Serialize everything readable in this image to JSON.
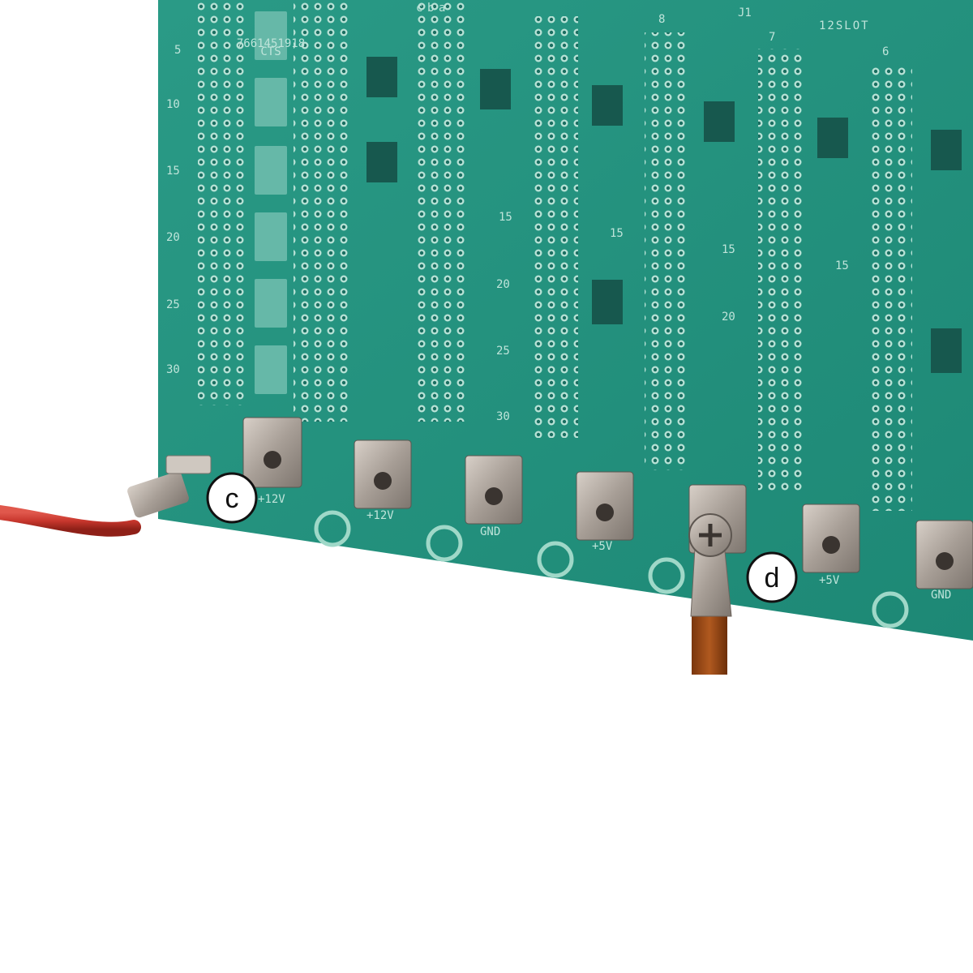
{
  "board": {
    "color": "#1f8f7d",
    "slot_labels": [
      "8",
      "7",
      "6"
    ],
    "header_labels": [
      "J1",
      "12SLOT"
    ],
    "row_labels_left": [
      "5",
      "10",
      "15",
      "20",
      "25",
      "30"
    ],
    "row_labels_slot": [
      "15",
      "20",
      "25",
      "30"
    ],
    "col_letters": [
      "c",
      "b",
      "a"
    ],
    "terminal_labels": [
      "+12V",
      "+12V",
      "GND",
      "+5V",
      "+5V",
      "GND"
    ],
    "chip_text": [
      "7661451918",
      "CTS"
    ]
  },
  "callouts": [
    {
      "label": "c"
    },
    {
      "label": "d"
    }
  ],
  "wires": {
    "red_color": "#c8372d",
    "brown_color": "#9b4a16"
  }
}
